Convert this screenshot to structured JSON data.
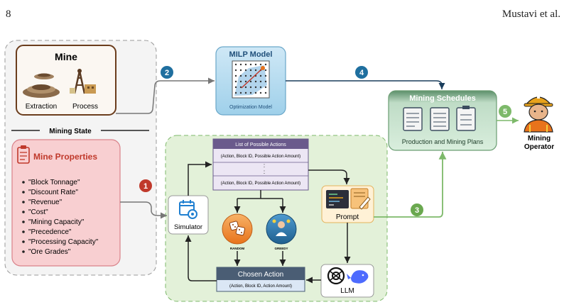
{
  "header": {
    "page_number": "8",
    "authors": "Mustavi et al."
  },
  "mine": {
    "title": "Mine",
    "extraction_label": "Extraction",
    "process_label": "Process"
  },
  "mining_state_label": "Mining State",
  "mine_properties": {
    "title": "Mine Properties",
    "items": [
      "\"Block Tonnage\"",
      "\"Discount Rate\"",
      "\"Revenue\"",
      "\"Cost\"",
      "\"Mining Capacity\"",
      "\"Precedence\"",
      "\"Processing Capacity\"",
      "\"Ore Grades\""
    ]
  },
  "milp": {
    "title": "MILP Model",
    "subtitle": "Optimization Model"
  },
  "schedules": {
    "title": "Mining Schedules",
    "subtitle": "Production and Mining Plans"
  },
  "operator": {
    "line1": "Mining",
    "line2": "Operator"
  },
  "actions_list": {
    "title": "List of Possible Actions",
    "row1": "(Action, Block ID, Possible Action Amount)",
    "dots": ":",
    "row3": "(Action, Block ID, Possible Action Amount)"
  },
  "simulator_label": "Simulator",
  "prompt_label": "Prompt",
  "llm_label": "LLM",
  "random_label": "RANDOM",
  "greedy_label": "GREEDY",
  "chosen_action": {
    "title": "Chosen Action",
    "detail": "(Action, Block ID, Action Amount)"
  },
  "steps": [
    "1",
    "2",
    "3",
    "4",
    "5"
  ],
  "colors": {
    "step_red": "#c0392b",
    "step_blue": "#1f6f9f",
    "step_green": "#6aa84f",
    "props_fill": "#f8cfd1",
    "milp_fill": "#b7dcef",
    "schedule_fill": "#3c7a4a",
    "actions_header": "#6a5a8c"
  }
}
